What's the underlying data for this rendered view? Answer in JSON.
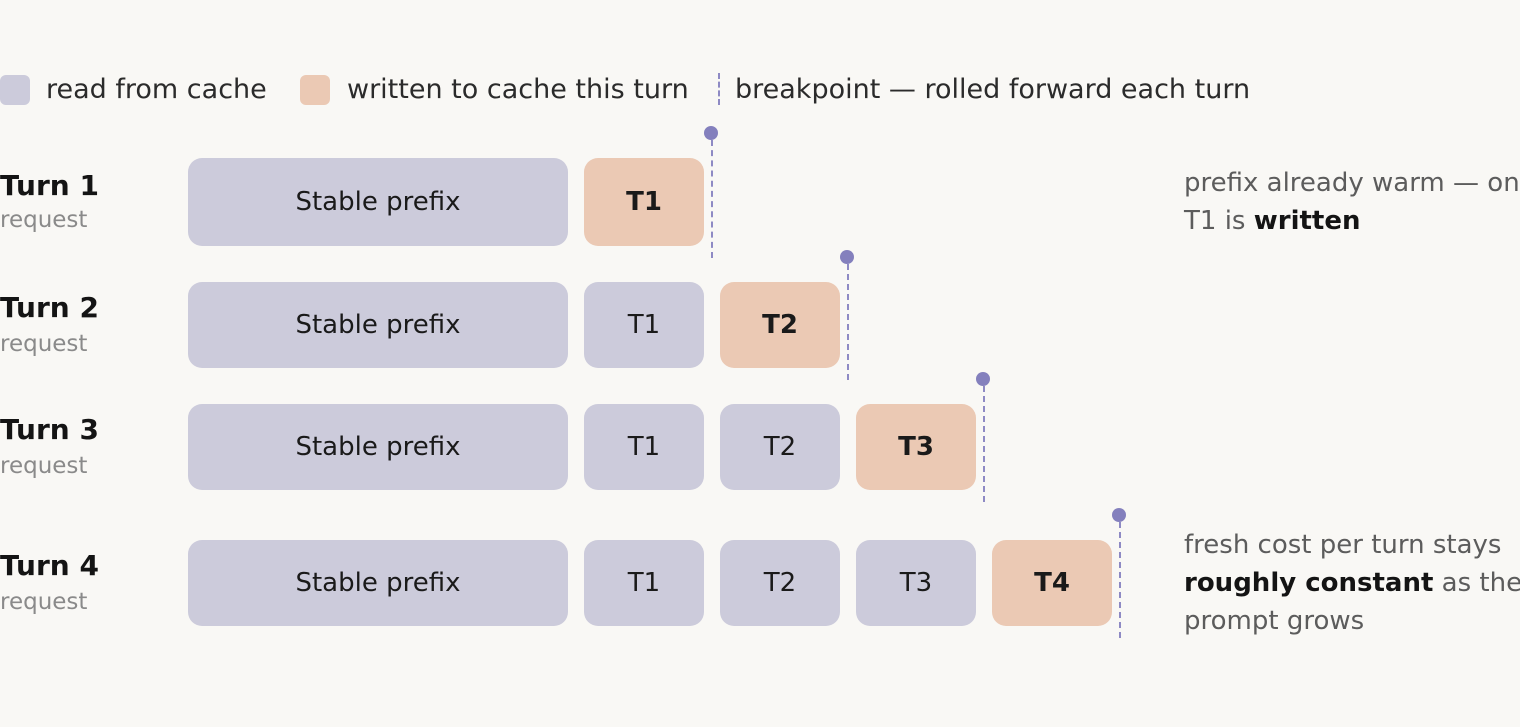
{
  "colors": {
    "read": "#cccbdb",
    "written": "#ebc9b4",
    "breakpoint": "#8480bd",
    "background": "#f9f8f5"
  },
  "legend": {
    "read_label": "read from cache",
    "written_label": "written to cache this turn",
    "breakpoint_label": "breakpoint — rolled forward each turn"
  },
  "turns": [
    {
      "label": "Turn 1",
      "sub": "request",
      "blocks": [
        "Stable prefix",
        "T1"
      ]
    },
    {
      "label": "Turn 2",
      "sub": "request",
      "blocks": [
        "Stable prefix",
        "T1",
        "T2"
      ]
    },
    {
      "label": "Turn 3",
      "sub": "request",
      "blocks": [
        "Stable prefix",
        "T1",
        "T2",
        "T3"
      ]
    },
    {
      "label": "Turn 4",
      "sub": "request",
      "blocks": [
        "Stable prefix",
        "T1",
        "T2",
        "T3",
        "T4"
      ]
    }
  ],
  "notes": {
    "turn1": {
      "line1": "prefix already warm — only",
      "line2_plain": "T1 is ",
      "line2_bold": "written"
    },
    "turn4": {
      "line1": "fresh cost per turn stays",
      "line2_bold": "roughly constant",
      "line2_plain": " as the",
      "line3": "prompt grows"
    }
  }
}
